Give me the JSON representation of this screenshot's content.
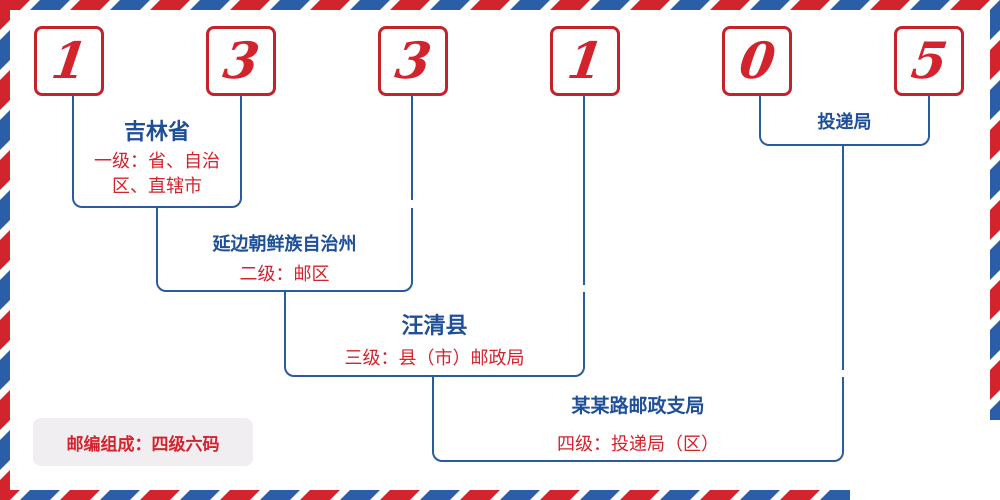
{
  "postal_code": {
    "digits": [
      "1",
      "3",
      "3",
      "1",
      "0",
      "5"
    ]
  },
  "levels": {
    "province": {
      "name": "吉林省",
      "desc": "一级：省、自治区、直辖市"
    },
    "prefecture": {
      "name": "延边朝鲜族自治州",
      "desc": "二级：邮区"
    },
    "county": {
      "name": "汪清县",
      "desc": "三级：县（市）邮政局"
    },
    "branch": {
      "name": "某某路邮政支局",
      "desc": "四级：投递局（区）"
    },
    "delivery": {
      "name": "投递局"
    }
  },
  "footer": {
    "note": "邮编组成：四级六码"
  },
  "colors": {
    "red": "#d3232c",
    "blue": "#2a5aa0",
    "navy": "#1f4f96"
  }
}
